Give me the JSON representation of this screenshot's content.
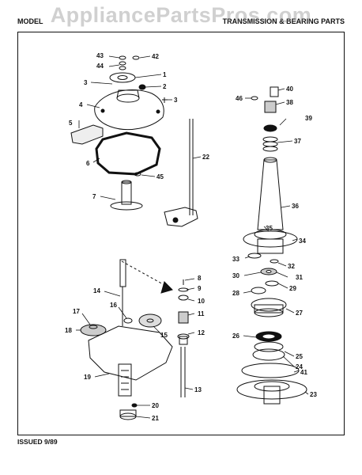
{
  "header": {
    "left": "MODEL",
    "right": "TRANSMISSION & BEARING PARTS"
  },
  "watermark": "AppliancePartsPros.com",
  "footer": "ISSUED 9/89",
  "callouts": {
    "c1": "1",
    "c2": "2",
    "c3a": "3",
    "c3b": "3",
    "c4": "4",
    "c5": "5",
    "c6": "6",
    "c7": "7",
    "c8": "8",
    "c9": "9",
    "c10": "10",
    "c11": "11",
    "c12": "12",
    "c13": "13",
    "c14": "14",
    "c15": "15",
    "c16": "16",
    "c17": "17",
    "c18": "18",
    "c19": "19",
    "c20": "20",
    "c21": "21",
    "c22": "22",
    "c23": "23",
    "c24": "24",
    "c25": "25",
    "c26": "26",
    "c27": "27",
    "c28": "28",
    "c29": "29",
    "c30": "30",
    "c31": "31",
    "c32": "32",
    "c33": "33",
    "c34": "34",
    "c35": "35",
    "c36": "36",
    "c37": "37",
    "c38": "38",
    "c39": "39",
    "c40": "40",
    "c41": "41",
    "c42": "42",
    "c43": "43",
    "c44": "44",
    "c45": "45",
    "c46": "46"
  }
}
